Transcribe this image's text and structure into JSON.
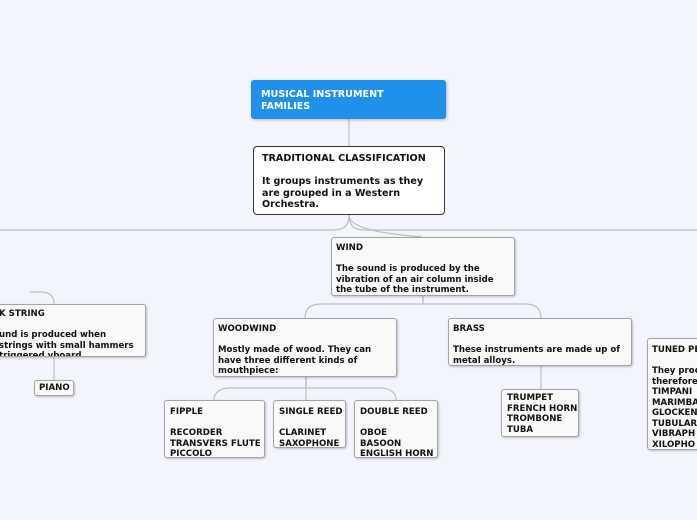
{
  "root": {
    "title": "MUSICAL INSTRUMENT FAMILIES"
  },
  "main": {
    "title": "TRADITIONAL CLASSIFICATION",
    "text": "It groups instruments as they are grouped in a Western Orchestra."
  },
  "wind": {
    "title": "WIND",
    "text": "The sound is produced by the vibration of an air column inside the tube of the instrument."
  },
  "keyboard_string": {
    "title": "K STRING",
    "text": "und is produced when strings with small hammers triggered yboard."
  },
  "piano": {
    "label": "PIANO"
  },
  "woodwind": {
    "title": "WOODWIND",
    "text": "Mostly made of wood. They can have three different kinds of mouthpiece:"
  },
  "brass": {
    "title": "BRASS",
    "text": "These instruments are made up of metal alloys."
  },
  "brass_list": {
    "items": [
      "TRUMPET",
      "FRENCH HORN",
      "TROMBONE",
      "TUBA"
    ]
  },
  "fipple": {
    "title": "FIPPLE",
    "items": [
      "RECORDER",
      "TRANSVERS FLUTE",
      "PICCOLO"
    ]
  },
  "single_reed": {
    "title": "SINGLE REED",
    "items": [
      "CLARINET",
      "SAXOPHONE"
    ]
  },
  "double_reed": {
    "title": "DOUBLE REED",
    "items": [
      "OBOE",
      "BASOON",
      "ENGLISH HORN"
    ]
  },
  "tuned": {
    "title": "TUNED PE",
    "lines": [
      "They prod",
      "therefore"
    ],
    "items": [
      "TIMPANI",
      "MARIMBA",
      "GLOCKEN",
      "TUBULAR",
      "VIBRAPH",
      "XILOPHO"
    ]
  },
  "colors": {
    "background": "#f2f5fe",
    "root_fill": "#1f91e8",
    "connector": "#b9c0c6"
  }
}
